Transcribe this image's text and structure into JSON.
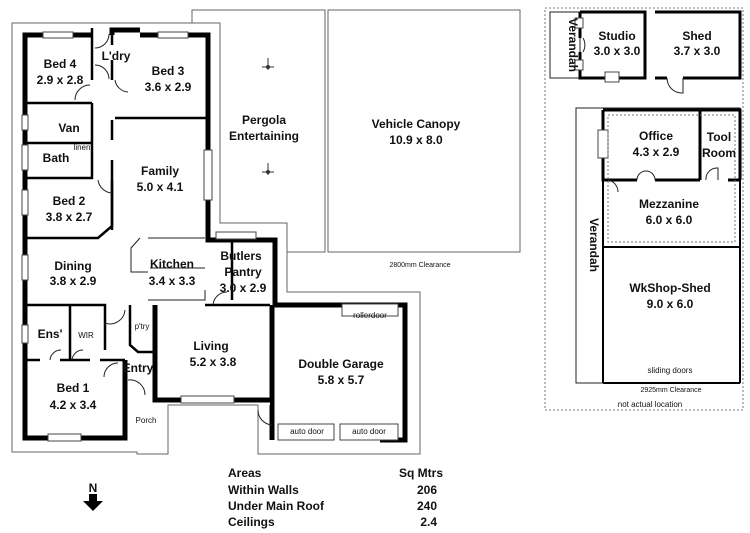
{
  "rooms": {
    "bed4": {
      "name": "Bed 4",
      "size": "2.9 x 2.8"
    },
    "laundry": {
      "name": "L'dry"
    },
    "bed3": {
      "name": "Bed 3",
      "size": "3.6 x 2.9"
    },
    "vanity": {
      "name": "Van"
    },
    "bath": {
      "name": "Bath"
    },
    "linen": {
      "name": "linen"
    },
    "family": {
      "name": "Family",
      "size": "5.0 x 4.1"
    },
    "bed2": {
      "name": "Bed 2",
      "size": "3.8 x 2.7"
    },
    "dining": {
      "name": "Dining",
      "size": "3.8 x 2.9"
    },
    "kitchen": {
      "name": "Kitchen",
      "size": "3.4 x 3.3"
    },
    "butlers": {
      "name1": "Butlers",
      "name2": "Pantry",
      "size": "3.0 x 2.9"
    },
    "pantry": {
      "name": "p'try"
    },
    "ensuite": {
      "name": "Ens'"
    },
    "wir": {
      "name": "WIR"
    },
    "entry": {
      "name": "Entry"
    },
    "living": {
      "name": "Living",
      "size": "5.2 x 3.8"
    },
    "bed1": {
      "name": "Bed 1",
      "size": "4.2 x 3.4"
    },
    "porch": {
      "name": "Porch"
    },
    "garage": {
      "name": "Double Garage",
      "size": "5.8 x 5.7",
      "rollerdoor": "rollerdoor",
      "auto_door_1": "auto door",
      "auto_door_2": "auto door"
    },
    "pergola": {
      "name1": "Pergola",
      "name2": "Entertaining"
    },
    "canopy": {
      "name": "Vehicle Canopy",
      "size": "10.9 x 8.0",
      "clearance": "2800mm Clearance"
    }
  },
  "outbuildings": {
    "studio_verandah": "Verandah",
    "studio": {
      "name": "Studio",
      "size": "3.0 x 3.0"
    },
    "shed": {
      "name": "Shed",
      "size": "3.7 x 3.0"
    },
    "office": {
      "name": "Office",
      "size": "4.3 x 2.9"
    },
    "tool_room": {
      "name1": "Tool",
      "name2": "Room"
    },
    "verandah": "Verandah",
    "mezzanine": {
      "name": "Mezzanine",
      "size": "6.0 x 6.0"
    },
    "workshop": {
      "name": "WkShop-Shed",
      "size": "9.0 x 6.0",
      "doors": "sliding doors"
    },
    "clearance": "2925mm Clearance",
    "note": "not actual location"
  },
  "areas": {
    "header": {
      "label": "Areas",
      "unit": "Sq Mtrs"
    },
    "rows": [
      {
        "label": "Within Walls",
        "value": "206"
      },
      {
        "label": "Under Main Roof",
        "value": "240"
      },
      {
        "label": "Ceilings",
        "value": "2.4"
      }
    ]
  },
  "compass": {
    "label": "N",
    "icon": "north-arrow-icon"
  }
}
